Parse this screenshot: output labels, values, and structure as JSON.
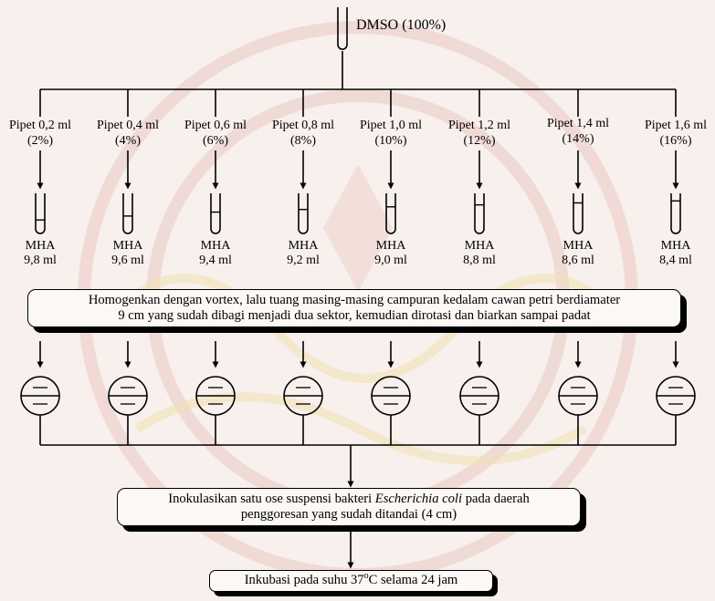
{
  "root": {
    "label": "DMSO (100%)"
  },
  "steps": [
    {
      "pipet": "Pipet 0,2 ml",
      "percent": "(2%)",
      "mha_label": "MHA",
      "mha_volume": "9,8 ml",
      "level": 0.3
    },
    {
      "pipet": "Pipet 0,4 ml",
      "percent": "(4%)",
      "mha_label": "MHA",
      "mha_volume": "9,6 ml",
      "level": 0.42
    },
    {
      "pipet": "Pipet 0,6 ml",
      "percent": "(6%)",
      "mha_label": "MHA",
      "mha_volume": "9,4 ml",
      "level": 0.54
    },
    {
      "pipet": "Pipet 0,8 ml",
      "percent": "(8%)",
      "mha_label": "MHA",
      "mha_volume": "9,2 ml",
      "level": 0.62
    },
    {
      "pipet": "Pipet 1,0 ml",
      "percent": "(10%)",
      "mha_label": "MHA",
      "mha_volume": "9,0 ml",
      "level": 0.7
    },
    {
      "pipet": "Pipet 1,2 ml",
      "percent": "(12%)",
      "mha_label": "MHA",
      "mha_volume": "8,8 ml",
      "level": 0.76
    },
    {
      "pipet": "Pipet 1,4 ml",
      "percent": "(14%)",
      "mha_label": "MHA",
      "mha_volume": "8,6 ml",
      "level": 0.82
    },
    {
      "pipet": "Pipet 1,6 ml",
      "percent": "(16%)",
      "mha_label": "MHA",
      "mha_volume": "8,4 ml",
      "level": 0.88
    }
  ],
  "homogenize": {
    "line1": "Homogenkan dengan vortex, lalu tuang masing-masing campuran kedalam cawan petri berdiamater",
    "line2": "9 cm yang sudah dibagi menjadi dua sektor, kemudian dirotasi dan biarkan sampai padat"
  },
  "inoculate": {
    "prefix": "Inokulasikan satu ose suspensi bakteri ",
    "species": "Escherichia coli",
    "suffix": " pada daerah",
    "line2": "penggoresan yang sudah ditandai (4 cm)"
  },
  "incubate": {
    "prefix": "Inkubasi pada suhu 37",
    "degree": "o",
    "suffix": "C selama 24 jam"
  },
  "colors": {
    "line": "#000000",
    "background": "#f7f0ec",
    "watermark": "#ecc9c3",
    "watermark_gold": "#f1e2b8"
  }
}
